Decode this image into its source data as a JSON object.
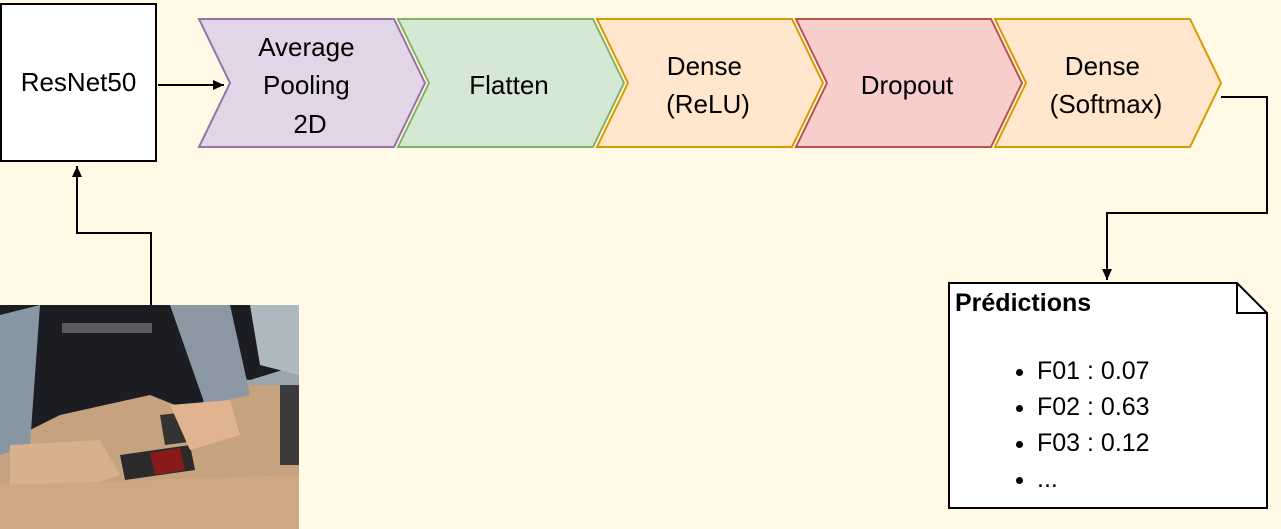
{
  "backbone": {
    "label": "ResNet50"
  },
  "layers": [
    {
      "lines": [
        "Average",
        "Pooling",
        "2D"
      ],
      "fill": "#e1d5e7",
      "stroke": "#9673a6"
    },
    {
      "lines": [
        "Flatten"
      ],
      "fill": "#d5e8d4",
      "stroke": "#82b366"
    },
    {
      "lines": [
        "Dense",
        "(ReLU)"
      ],
      "fill": "#ffe6cc",
      "stroke": "#d79b00"
    },
    {
      "lines": [
        "Dropout"
      ],
      "fill": "#f8cecc",
      "stroke": "#b85450"
    },
    {
      "lines": [
        "Dense",
        "(Softmax)"
      ],
      "fill": "#ffe6cc",
      "stroke": "#d79b00"
    }
  ],
  "predictions": {
    "title": "Prédictions",
    "items": [
      "F01 : 0.07",
      "F02 : 0.63",
      "F03 : 0.12",
      "..."
    ]
  },
  "input_image": {
    "description_icon": "photo-of-hands-holding-cubes"
  },
  "colors": {
    "background": "#fff9e6"
  }
}
